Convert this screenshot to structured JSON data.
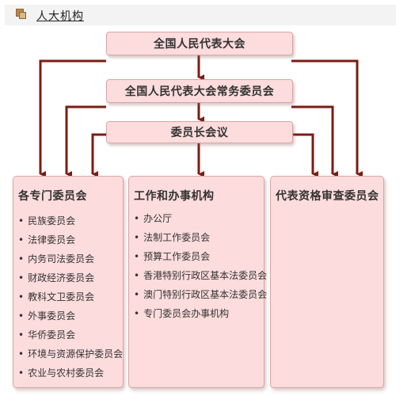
{
  "header": {
    "title": "人大机构",
    "icon": "folder-icon"
  },
  "colors": {
    "box_fill": "#fcdcdc",
    "box_border": "#d9a5a5",
    "arrow": "#7a1d14"
  },
  "nodes": {
    "npc": "全国人民代表大会",
    "standing_committee": "全国人民代表大会常务委员会",
    "council_of_chairmen": "委员长会议"
  },
  "panels": {
    "special_committees": {
      "title": "各专门委员会",
      "items": [
        "民族委员会",
        "法律委员会",
        "内务司法委员会",
        "财政经济委员会",
        "教科文卫委员会",
        "外事委员会",
        "华侨委员会",
        "环境与资源保护委员会",
        "农业与农村委员会"
      ]
    },
    "working_bodies": {
      "title": "工作和办事机构",
      "items": [
        "办公厅",
        "法制工作委员会",
        "预算工作委员会",
        "香港特别行政区基本法委员会",
        "澳门特别行政区基本法委员会",
        "专门委员会办事机构"
      ]
    },
    "credentials_committee": {
      "title": "代表资格审查委员会"
    }
  }
}
